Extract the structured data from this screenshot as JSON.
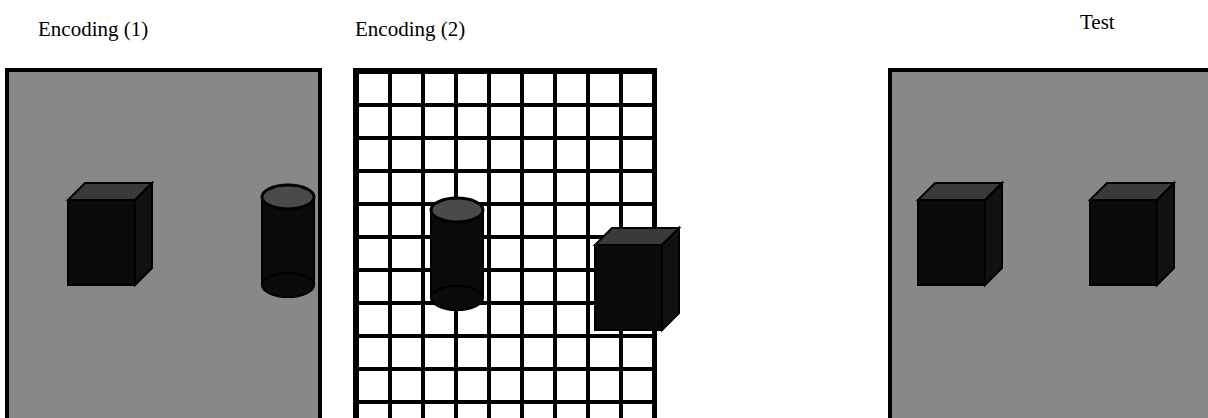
{
  "diagram": {
    "nodes": [
      {
        "text": [
          "Encoding (1)"
        ]
      },
      {
        "text": [
          "Encoding (2)"
        ]
      },
      {
        "text": [
          "Test"
        ]
      }
    ]
  }
}
